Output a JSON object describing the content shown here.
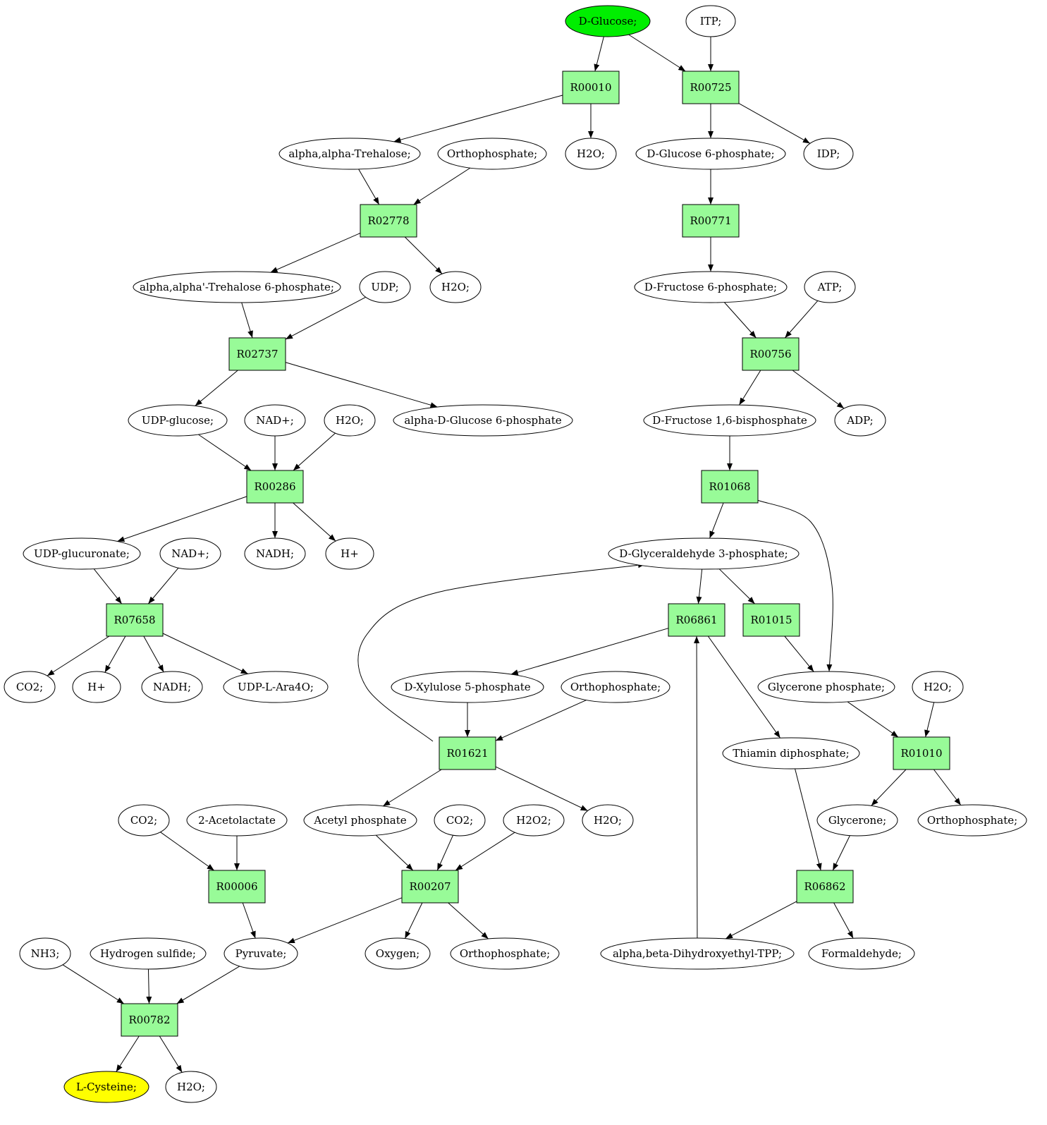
{
  "colors": {
    "reaction_fill": "#98fb98",
    "start_fill": "#00ee00",
    "end_fill": "#ffff00",
    "compound_fill": "#ffffff",
    "stroke": "#000000"
  },
  "nodes": {
    "glc": {
      "label": "D-Glucose;",
      "kind": "compound",
      "role": "start"
    },
    "itp": {
      "label": "ITP;",
      "kind": "compound"
    },
    "r00010": {
      "label": "R00010",
      "kind": "reaction"
    },
    "r00725": {
      "label": "R00725",
      "kind": "reaction"
    },
    "tre": {
      "label": "alpha,alpha-Trehalose;",
      "kind": "compound"
    },
    "pi1": {
      "label": "Orthophosphate;",
      "kind": "compound"
    },
    "h2o1": {
      "label": "H2O;",
      "kind": "compound"
    },
    "g6p": {
      "label": "D-Glucose 6-phosphate;",
      "kind": "compound"
    },
    "idp": {
      "label": "IDP;",
      "kind": "compound"
    },
    "r02778": {
      "label": "R02778",
      "kind": "reaction"
    },
    "r00771": {
      "label": "R00771",
      "kind": "reaction"
    },
    "t6p": {
      "label": "alpha,alpha'-Trehalose 6-phosphate;",
      "kind": "compound"
    },
    "udp": {
      "label": "UDP;",
      "kind": "compound"
    },
    "h2o2": {
      "label": "H2O;",
      "kind": "compound"
    },
    "f6p": {
      "label": "D-Fructose 6-phosphate;",
      "kind": "compound"
    },
    "atp": {
      "label": "ATP;",
      "kind": "compound"
    },
    "r02737": {
      "label": "R02737",
      "kind": "reaction"
    },
    "r00756": {
      "label": "R00756",
      "kind": "reaction"
    },
    "udpg": {
      "label": "UDP-glucose;",
      "kind": "compound"
    },
    "nad1": {
      "label": "NAD+;",
      "kind": "compound"
    },
    "h2o3": {
      "label": "H2O;",
      "kind": "compound"
    },
    "ag6p": {
      "label": "alpha-D-Glucose 6-phosphate",
      "kind": "compound"
    },
    "fbp": {
      "label": "D-Fructose 1,6-bisphosphate",
      "kind": "compound"
    },
    "adp": {
      "label": "ADP;",
      "kind": "compound"
    },
    "r00286": {
      "label": "R00286",
      "kind": "reaction"
    },
    "r01068": {
      "label": "R01068",
      "kind": "reaction"
    },
    "udpga": {
      "label": "UDP-glucuronate;",
      "kind": "compound"
    },
    "nad2": {
      "label": "NAD+;",
      "kind": "compound"
    },
    "nadh1": {
      "label": "NADH;",
      "kind": "compound"
    },
    "hp1": {
      "label": "H+",
      "kind": "compound"
    },
    "gap": {
      "label": "D-Glyceraldehyde 3-phosphate;",
      "kind": "compound"
    },
    "r07658": {
      "label": "R07658",
      "kind": "reaction"
    },
    "r06861": {
      "label": "R06861",
      "kind": "reaction"
    },
    "r01015": {
      "label": "R01015",
      "kind": "reaction"
    },
    "co2a": {
      "label": "CO2;",
      "kind": "compound"
    },
    "hp2": {
      "label": "H+",
      "kind": "compound"
    },
    "nadh2": {
      "label": "NADH;",
      "kind": "compound"
    },
    "udpara": {
      "label": "UDP-L-Ara4O;",
      "kind": "compound"
    },
    "xu5p": {
      "label": "D-Xylulose 5-phosphate",
      "kind": "compound"
    },
    "pi2": {
      "label": "Orthophosphate;",
      "kind": "compound"
    },
    "dhap": {
      "label": "Glycerone phosphate;",
      "kind": "compound"
    },
    "h2o4": {
      "label": "H2O;",
      "kind": "compound"
    },
    "r01621": {
      "label": "R01621",
      "kind": "reaction"
    },
    "tpp": {
      "label": "Thiamin diphosphate;",
      "kind": "compound"
    },
    "r01010": {
      "label": "R01010",
      "kind": "reaction"
    },
    "co2b": {
      "label": "CO2;",
      "kind": "compound"
    },
    "acl": {
      "label": "2-Acetolactate",
      "kind": "compound"
    },
    "acp": {
      "label": "Acetyl phosphate",
      "kind": "compound"
    },
    "co2c": {
      "label": "CO2;",
      "kind": "compound"
    },
    "h2o2x": {
      "label": "H2O2;",
      "kind": "compound"
    },
    "h2o5": {
      "label": "H2O;",
      "kind": "compound"
    },
    "glyc": {
      "label": "Glycerone;",
      "kind": "compound"
    },
    "pi3": {
      "label": "Orthophosphate;",
      "kind": "compound"
    },
    "r00006": {
      "label": "R00006",
      "kind": "reaction"
    },
    "r00207": {
      "label": "R00207",
      "kind": "reaction"
    },
    "r06862": {
      "label": "R06862",
      "kind": "reaction"
    },
    "nh3": {
      "label": "NH3;",
      "kind": "compound"
    },
    "h2s": {
      "label": "Hydrogen sulfide;",
      "kind": "compound"
    },
    "pyr": {
      "label": "Pyruvate;",
      "kind": "compound"
    },
    "o2": {
      "label": "Oxygen;",
      "kind": "compound"
    },
    "pi4": {
      "label": "Orthophosphate;",
      "kind": "compound"
    },
    "dhetpp": {
      "label": "alpha,beta-Dihydroxyethyl-TPP;",
      "kind": "compound"
    },
    "hcho": {
      "label": "Formaldehyde;",
      "kind": "compound"
    },
    "r00782": {
      "label": "R00782",
      "kind": "reaction"
    },
    "cys": {
      "label": "L-Cysteine;",
      "kind": "compound",
      "role": "end"
    },
    "h2o6": {
      "label": "H2O;",
      "kind": "compound"
    }
  },
  "edges": [
    [
      "glc",
      "r00010"
    ],
    [
      "glc",
      "r00725"
    ],
    [
      "itp",
      "r00725"
    ],
    [
      "r00010",
      "tre"
    ],
    [
      "r00010",
      "h2o1"
    ],
    [
      "r00725",
      "g6p"
    ],
    [
      "r00725",
      "idp"
    ],
    [
      "tre",
      "r02778"
    ],
    [
      "pi1",
      "r02778"
    ],
    [
      "g6p",
      "r00771"
    ],
    [
      "r02778",
      "t6p"
    ],
    [
      "r02778",
      "h2o2"
    ],
    [
      "r00771",
      "f6p"
    ],
    [
      "t6p",
      "r02737"
    ],
    [
      "udp",
      "r02737"
    ],
    [
      "f6p",
      "r00756"
    ],
    [
      "atp",
      "r00756"
    ],
    [
      "r02737",
      "udpg"
    ],
    [
      "r02737",
      "ag6p"
    ],
    [
      "r00756",
      "fbp"
    ],
    [
      "r00756",
      "adp"
    ],
    [
      "udpg",
      "r00286"
    ],
    [
      "nad1",
      "r00286"
    ],
    [
      "h2o3",
      "r00286"
    ],
    [
      "fbp",
      "r01068"
    ],
    [
      "r00286",
      "udpga"
    ],
    [
      "r00286",
      "nadh1"
    ],
    [
      "r00286",
      "hp1"
    ],
    [
      "r01068",
      "gap"
    ],
    [
      "r01068",
      "dhap"
    ],
    [
      "udpga",
      "r07658"
    ],
    [
      "nad2",
      "r07658"
    ],
    [
      "gap",
      "r06861"
    ],
    [
      "gap",
      "r01015"
    ],
    [
      "r07658",
      "co2a"
    ],
    [
      "r07658",
      "hp2"
    ],
    [
      "r07658",
      "nadh2"
    ],
    [
      "r07658",
      "udpara"
    ],
    [
      "r06861",
      "xu5p"
    ],
    [
      "r06861",
      "tpp"
    ],
    [
      "r01015",
      "dhap"
    ],
    [
      "xu5p",
      "r01621"
    ],
    [
      "pi2",
      "r01621"
    ],
    [
      "r01621",
      "gap"
    ],
    [
      "dhap",
      "r01010"
    ],
    [
      "h2o4",
      "r01010"
    ],
    [
      "r01621",
      "acp"
    ],
    [
      "r01621",
      "h2o5"
    ],
    [
      "r01010",
      "glyc"
    ],
    [
      "r01010",
      "pi3"
    ],
    [
      "tpp",
      "r06862"
    ],
    [
      "glyc",
      "r06862"
    ],
    [
      "co2b",
      "r00006"
    ],
    [
      "acl",
      "r00006"
    ],
    [
      "acp",
      "r00207"
    ],
    [
      "co2c",
      "r00207"
    ],
    [
      "h2o2x",
      "r00207"
    ],
    [
      "r00006",
      "pyr"
    ],
    [
      "r00207",
      "pyr"
    ],
    [
      "r00207",
      "o2"
    ],
    [
      "r00207",
      "pi4"
    ],
    [
      "r06862",
      "dhetpp"
    ],
    [
      "r06862",
      "hcho"
    ],
    [
      "dhetpp",
      "r06861"
    ],
    [
      "nh3",
      "r00782"
    ],
    [
      "h2s",
      "r00782"
    ],
    [
      "pyr",
      "r00782"
    ],
    [
      "r00782",
      "cys"
    ],
    [
      "r00782",
      "h2o6"
    ]
  ]
}
